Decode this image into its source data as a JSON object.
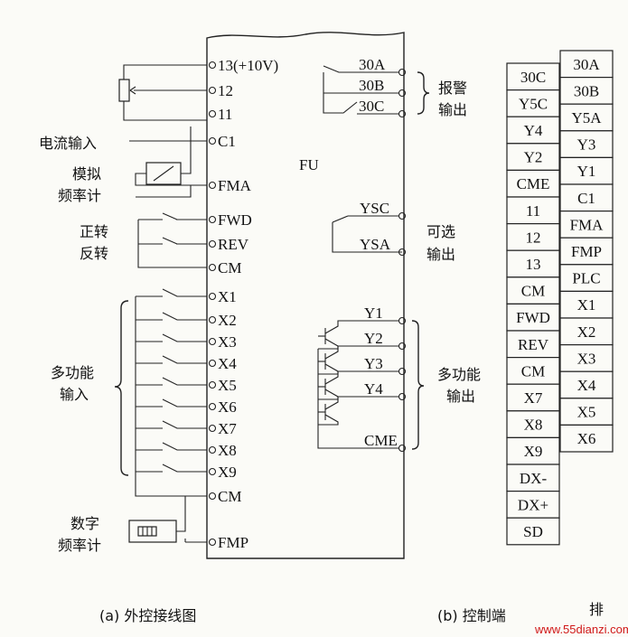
{
  "inverter": {
    "name": "FU"
  },
  "left_terminals": [
    "13(+10V)",
    "12",
    "11",
    "C1",
    "FMA",
    "FWD",
    "REV",
    "CM",
    "X1",
    "X2",
    "X3",
    "X4",
    "X5",
    "X6",
    "X7",
    "X8",
    "X9",
    "CM",
    "FMP"
  ],
  "relay_terminals": [
    "30A",
    "30B",
    "30C"
  ],
  "option_terminals": [
    "YSC",
    "YSA"
  ],
  "transistor_terminals": [
    "Y1",
    "Y2",
    "Y3",
    "Y4",
    "CME"
  ],
  "left_labels": {
    "current_input": "电流输入",
    "analog_meter_1": "模拟",
    "analog_meter_2": "频率计",
    "forward": "正转",
    "reverse": "反转",
    "multi_input_1": "多功能",
    "multi_input_2": "输入",
    "digital_meter_1": "数字",
    "digital_meter_2": "频率计"
  },
  "right_labels": {
    "alarm_1": "报警",
    "alarm_2": "输出",
    "option_1": "可选",
    "option_2": "输出",
    "multi_output_1": "多功能",
    "multi_output_2": "输出"
  },
  "captions": {
    "left": "(a) 外控接线图",
    "right": "(b) 控制端",
    "right_tail": "排",
    "watermark": "www.55dianzi.com"
  },
  "terminal_block": {
    "left_column": [
      "30C",
      "Y5C",
      "Y4",
      "Y2",
      "CME",
      "11",
      "12",
      "13",
      "CM",
      "FWD",
      "REV",
      "CM",
      "X7",
      "X8",
      "X9",
      "DX-",
      "DX+",
      "SD"
    ],
    "right_column": [
      "30A",
      "30B",
      "Y5A",
      "Y3",
      "Y1",
      "C1",
      "FMA",
      "FMP",
      "PLC",
      "X1",
      "X2",
      "X3",
      "X4",
      "X5",
      "X6"
    ]
  }
}
